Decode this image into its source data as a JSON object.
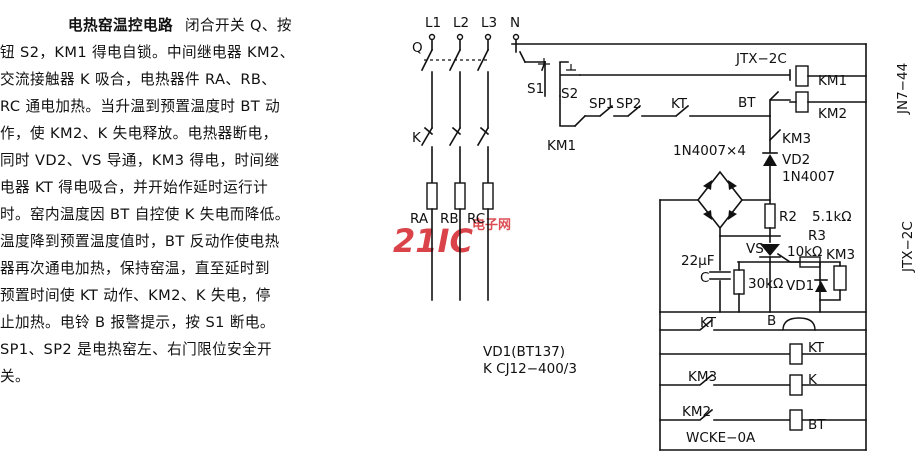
{
  "description": {
    "title": "电热窑温控电路",
    "lines": [
      "闭合开关 Q、按",
      "钮 S2，KM1 得电自锁。中间继电器 KM2、",
      "交流接触器 K 吸合，电热器件 RA、RB、",
      "RC 通电加热。当升温到预置温度时 BT 动",
      "作，使 KM2、K 失电释放。电热器断电，",
      "同时 VD2、VS 导通，KM3 得电，时间继",
      "电器 KT 得电吸合，并开始作延时运行计",
      "时。窑内温度因 BT 自控使 K 失电而降低。",
      "温度降到预置温度值时，BT 反动作使电热",
      "器再次通电加热，保持窑温，直至延时到",
      "预置时间使 KT 动作、KM2、K 失电，停",
      "止加热。电铃 B 报警提示，按 S1 断电。",
      "SP1、SP2 是电热窑左、右门限位安全开",
      "关。"
    ]
  },
  "diagram": {
    "labels": {
      "L1": "L1",
      "L2": "L2",
      "L3": "L3",
      "N": "N",
      "Q": "Q",
      "K": "K",
      "RA": "RA",
      "RB": "RB",
      "RC": "RC",
      "S1": "S1",
      "S2": "S2",
      "SP1": "SP1",
      "SP2": "SP2",
      "KT_nc": "KT",
      "BT_nc": "BT",
      "KM1_contact": "KM1",
      "KM3_contact": "KM3",
      "bridge": "1N4007×4",
      "VD2": "VD2",
      "VD2_part": "1N4007",
      "R2": "R2",
      "R2_value": "5.1kΩ",
      "R3": "R3",
      "R3_value": "10kΩ",
      "VS": "VS",
      "C_value": "22μF",
      "C": "C",
      "R_30k": "30kΩ",
      "VD1": "VD1",
      "KM3_coil": "KM3",
      "JTX_top": "JTX−2C",
      "KM1_coil": "KM1",
      "KM2_coil": "KM2",
      "JN7": "JN7−44",
      "JTX_side": "JTX−2C",
      "KT_no": "KT",
      "B": "B",
      "KT_coil": "KT",
      "KM3_no": "KM3",
      "K_coil": "K",
      "KM2_no": "KM2",
      "BT_coil": "BT",
      "WCKE": "WCKE−0A",
      "parts_vd1": "VD1(BT137)",
      "parts_k": "K  CJ12−400/3"
    },
    "watermark": {
      "logo": "21IC",
      "sub": "电子网",
      "color": "#d4232a"
    }
  }
}
